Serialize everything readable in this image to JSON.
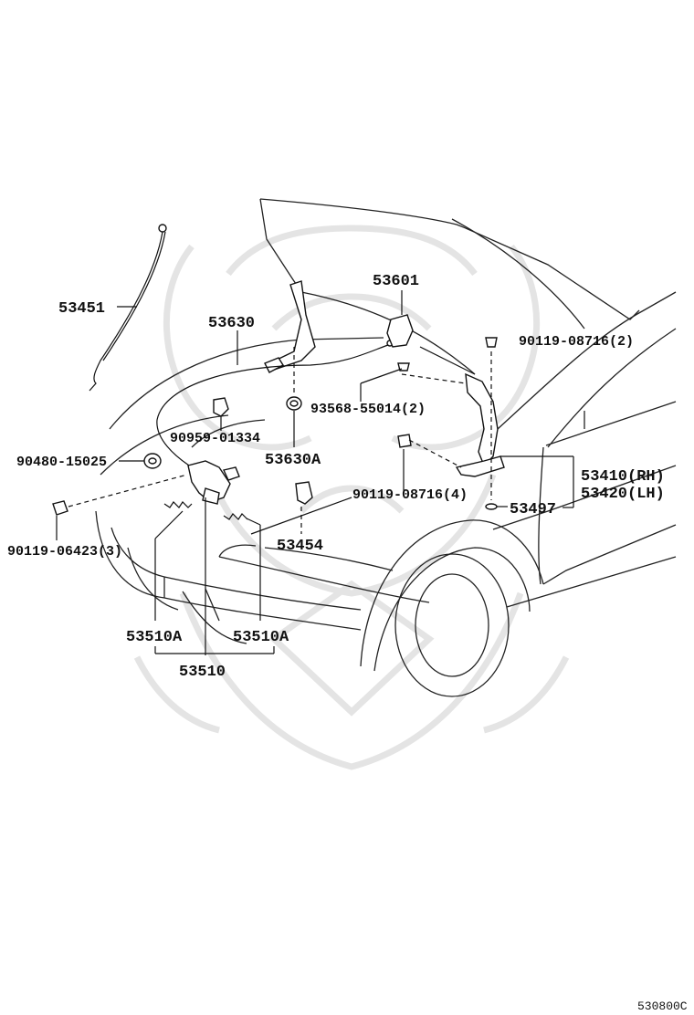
{
  "labels": {
    "p53451": "53451",
    "p53630": "53630",
    "p53601": "53601",
    "p90119_08716_2": "90119-08716(2)",
    "p93568": "93568-55014(2)",
    "p90959": "90959-01334",
    "p53630A": "53630A",
    "p90480": "90480-15025",
    "p90119_08716_4": "90119-08716(4)",
    "p53410": "53410(RH)",
    "p53420": "53420(LH)",
    "p53497": "53497",
    "p90119_06423": "90119-06423(3)",
    "p53454": "53454",
    "p53510A_left": "53510A",
    "p53510A_right": "53510A",
    "p53510": "53510",
    "ref_code": "530800C"
  }
}
